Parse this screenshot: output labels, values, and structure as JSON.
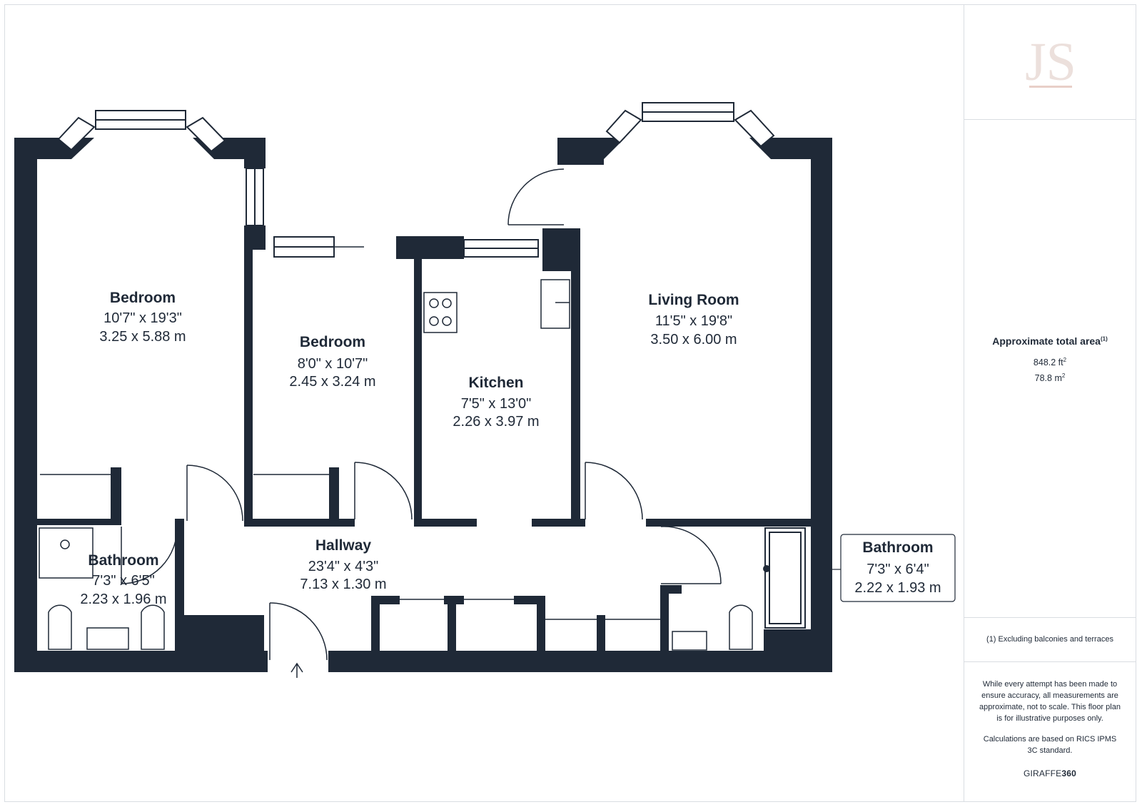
{
  "rooms": {
    "bedroom1": {
      "name": "Bedroom",
      "imperial": "10'7\" x 19'3\"",
      "metric": "3.25 x 5.88 m"
    },
    "bedroom2": {
      "name": "Bedroom",
      "imperial": "8'0\" x 10'7\"",
      "metric": "2.45 x 3.24 m"
    },
    "kitchen": {
      "name": "Kitchen",
      "imperial": "7'5\" x 13'0\"",
      "metric": "2.26 x 3.97 m"
    },
    "living": {
      "name": "Living Room",
      "imperial": "11'5\" x 19'8\"",
      "metric": "3.50 x 6.00 m"
    },
    "bathroom1": {
      "name": "Bathroom",
      "imperial": "7'3\" x 6'5\"",
      "metric": "2.23 x 1.96 m"
    },
    "hallway": {
      "name": "Hallway",
      "imperial": "23'4\" x 4'3\"",
      "metric": "7.13 x 1.30 m"
    },
    "bathroom2": {
      "name": "Bathroom",
      "imperial": "7'3\" x 6'4\"",
      "metric": "2.22 x 1.93 m"
    }
  },
  "sidebar": {
    "logo_text": "JS",
    "area_title": "Approximate total area",
    "area_title_sup": "(1)",
    "area_ft": "848.2 ft",
    "area_ft_sup": "2",
    "area_m": "78.8 m",
    "area_m_sup": "2",
    "footnote": "(1) Excluding balconies and terraces",
    "disclaimer": "While every attempt has been made to ensure accuracy, all measurements are approximate, not to scale. This floor plan is for illustrative purposes only.",
    "calc_note": "Calculations are based on RICS IPMS 3C standard.",
    "brand_a": "GIRAFFE",
    "brand_b": "360"
  },
  "colors": {
    "wall": "#1f2937",
    "frame": "#d9dde2",
    "logo": "#e8cfc8"
  }
}
